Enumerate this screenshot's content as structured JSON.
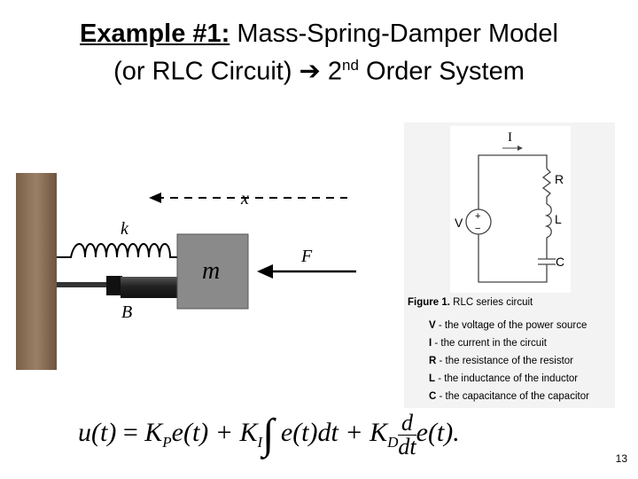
{
  "title": {
    "example_label": "Example #1:",
    "line1_rest": " Mass-Spring-Damper Model",
    "line2_before": "(or RLC Circuit) ",
    "arrow": "➔",
    "order_num": " 2",
    "order_sup": "nd",
    "line2_after": " Order System"
  },
  "msd": {
    "x_label": "x",
    "k_label": "k",
    "mass_label": "m",
    "force_label": "F",
    "damper_label": "B"
  },
  "rlc": {
    "current_label": "I",
    "voltage_label": "V",
    "plus": "+",
    "minus": "−",
    "r_label": "R",
    "l_label": "L",
    "c_label": "C",
    "caption_bold": "Figure 1.",
    "caption_text": " RLC series circuit",
    "legend": [
      {
        "sym": "V",
        "text": " - the voltage of the power source"
      },
      {
        "sym": "I",
        "text": " - the current in the circuit"
      },
      {
        "sym": "R",
        "text": " - the resistance of the resistor"
      },
      {
        "sym": "L",
        "text": " - the inductance of the inductor"
      },
      {
        "sym": "C",
        "text": " - the capacitance of the capacitor"
      }
    ]
  },
  "equation": {
    "lhs": "u(t)",
    "eq": " = ",
    "kp": "K",
    "kp_sub": "P",
    "term1": "e(t) + ",
    "ki": "K",
    "ki_sub": "I",
    "int": "∫",
    "term2": " e(t)dt + ",
    "kd": "K",
    "kd_sub": "D",
    "d_num": "d",
    "d_den": "dt",
    "term3": "e(t)."
  },
  "page_number": "13"
}
